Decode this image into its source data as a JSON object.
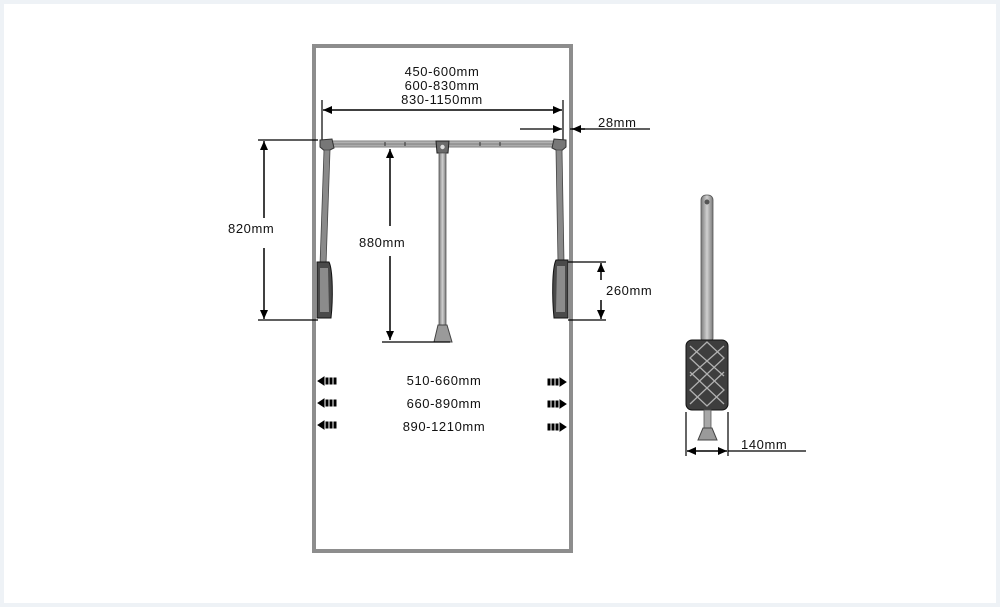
{
  "width_ranges": [
    "450-600mm",
    "600-830mm",
    "830-1150mm"
  ],
  "cabinet_width_ranges": [
    "510-660mm",
    "660-890mm",
    "890-1210mm"
  ],
  "dimensions": {
    "offset": "28mm",
    "lift_height": "820mm",
    "drop_height": "880mm",
    "handle_height": "260mm",
    "side_depth": "140mm"
  },
  "colors": {
    "cabinet": "#8d8d8d",
    "metal": "#6f6f6f",
    "handle": "#3a3a3a",
    "line": "#000000"
  }
}
